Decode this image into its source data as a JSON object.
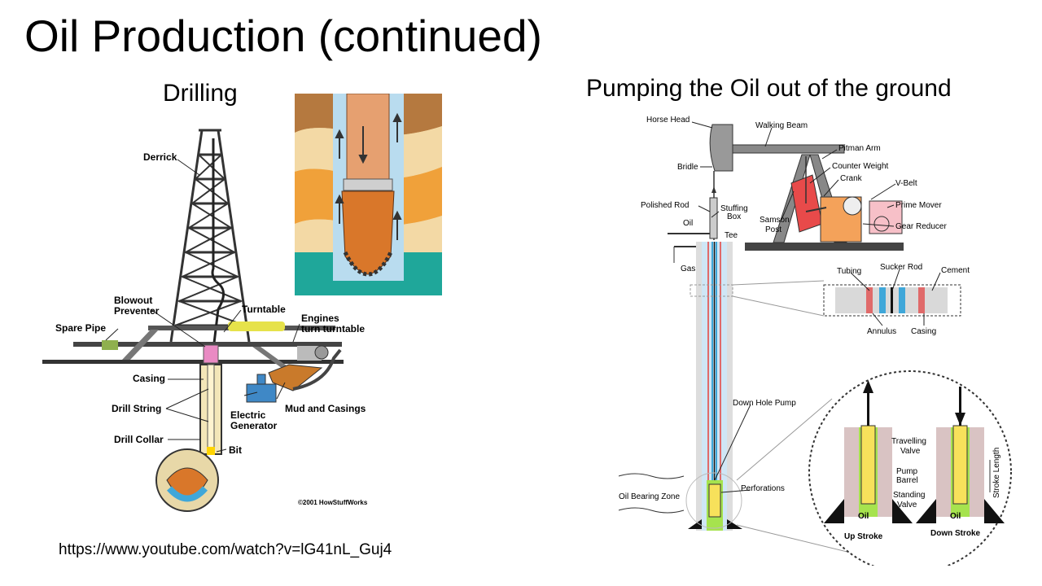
{
  "title": "Oil Production (continued)",
  "drilling": {
    "heading": "Drilling",
    "labels": {
      "derrick": "Derrick",
      "blowout_1": "Blowout",
      "blowout_2": "Preventer",
      "turntable": "Turntable",
      "engines_1": "Engines",
      "engines_2": "turn turntable",
      "spare_pipe": "Spare Pipe",
      "casing": "Casing",
      "drill_string": "Drill String",
      "drill_collar": "Drill Collar",
      "bit": "Bit",
      "electric_1": "Electric",
      "electric_2": "Generator",
      "mud": "Mud and Casings",
      "copyright": "©2001 HowStuffWorks"
    }
  },
  "pumping": {
    "heading": "Pumping the Oil out of the ground",
    "labels": {
      "horse_head": "Horse Head",
      "walking_beam": "Walking Beam",
      "pitman_arm": "Pitman Arm",
      "counter_weight": "Counter Weight",
      "crank": "Crank",
      "v_belt": "V-Belt",
      "bridle": "Bridle",
      "polished_rod": "Polished Rod",
      "stuffing_1": "Stuffing",
      "stuffing_2": "Box",
      "prime_mover": "Prime Mover",
      "gear_reducer": "Gear Reducer",
      "samson_1": "Samson",
      "samson_2": "Post",
      "oil": "Oil",
      "tee": "Tee",
      "gas": "Gas",
      "tubing": "Tubing",
      "sucker_rod": "Sucker Rod",
      "cement": "Cement",
      "annulus": "Annulus",
      "casing": "Casing",
      "down_hole_pump": "Down Hole Pump",
      "travelling_1": "Travelling",
      "travelling_2": "Valve",
      "pump_barrel_1": "Pump",
      "pump_barrel_2": "Barrel",
      "standing_1": "Standing",
      "standing_2": "Valve",
      "stroke_length": "Stroke Length",
      "oil_bearing_zone": "Oil Bearing Zone",
      "perforations": "Perforations",
      "oil_left": "Oil",
      "oil_right": "Oil",
      "up_stroke": "Up Stroke",
      "down_stroke": "Down Stroke"
    }
  },
  "url": "https://www.youtube.com/watch?v=lG41nL_Guj4",
  "colors": {
    "pipe_tan": "#f3e6b8",
    "bit_orange": "#d9772a",
    "earth_brown": "#b5793f",
    "teal_ground": "#1fa79a",
    "well_blue": "#b9dcef",
    "pump_yellow": "#f7e15b",
    "pump_green": "#a6e34e",
    "motor_orange": "#f4a25a",
    "prime_pink": "#f7c0c8",
    "generator_blue": "#3f88c6"
  }
}
